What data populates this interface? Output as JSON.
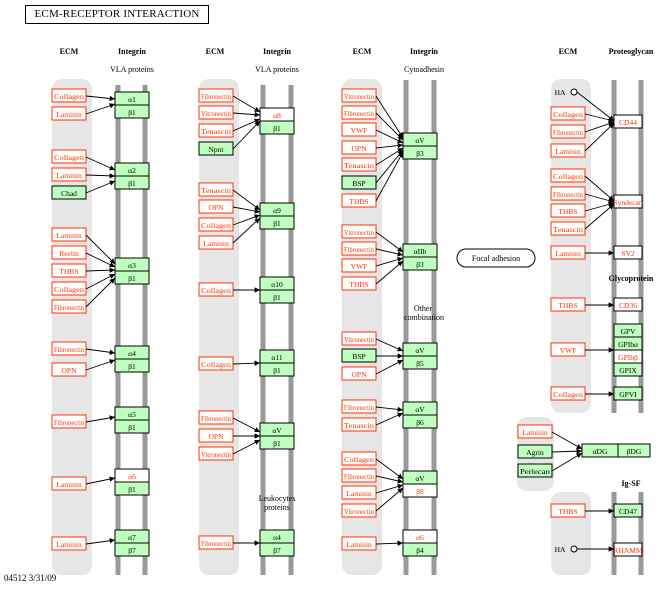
{
  "title": "ECM-RECEPTOR INTERACTION",
  "footer": "04512  3/31/09",
  "colors": {
    "found_fill": "#bfffbf",
    "not_found_fill": "#ffffff",
    "ligand_border": "#ff3300",
    "ligand_text": "#ff3300",
    "bar": "#999999",
    "ecm_panel": "#e6e6e6"
  },
  "headers": {
    "ecm": "ECM",
    "integrin": "Integrin",
    "proteoglycan": "Proteoglycan",
    "glycoprotein": "Glycoprotein",
    "igsf": "Ig-SF"
  },
  "subheaders": {
    "vla1": "VLA proteins",
    "vla2": "VLA proteins",
    "cytoadhesin": "Cytoadhesin",
    "other1": "Other",
    "other2": "combination",
    "leuko1": "Leukocytes",
    "leuko2": "proteins"
  },
  "focal_adhesion": "Focal adhesion",
  "ligands": {
    "collagen": "Collagen",
    "laminin": "Laminin",
    "chad": "Chad",
    "reelin": "Reelin",
    "thbs": "THBS",
    "fibronectin": "Fibronectin",
    "opn": "OPN",
    "vitronectin": "Vitronectin",
    "tenascin": "Tenascin",
    "npnt": "Npnt",
    "vwf": "VWF",
    "bsp": "BSP",
    "ha": "HA",
    "agrin": "Agrin",
    "perlecan": "Perlecan"
  },
  "receptors": {
    "a1": "α1",
    "a2": "α2",
    "a3": "α3",
    "a4": "α4",
    "a5": "α5",
    "a6": "α6",
    "a7": "α7",
    "a8": "α8",
    "a9": "α9",
    "a10": "α10",
    "a11": "α11",
    "aV": "αV",
    "aIIb": "αIIb",
    "a4b": "α4",
    "b1": "β1",
    "b3": "β3",
    "b4": "β4",
    "b5": "β5",
    "b6": "β6",
    "b7": "β7",
    "b8": "β8",
    "cd44": "CD44",
    "syndecan": "Syndecan",
    "sv2": "SV2",
    "cd36": "CD36",
    "gpv": "GPV",
    "gpiba": "GPIbα",
    "gpibb": "GPIbβ",
    "gpix": "GPIX",
    "gpvi": "GPVI",
    "adg": "αDG",
    "bdg": "βDG",
    "cd47": "CD47",
    "rhamm": "RHAMM"
  }
}
